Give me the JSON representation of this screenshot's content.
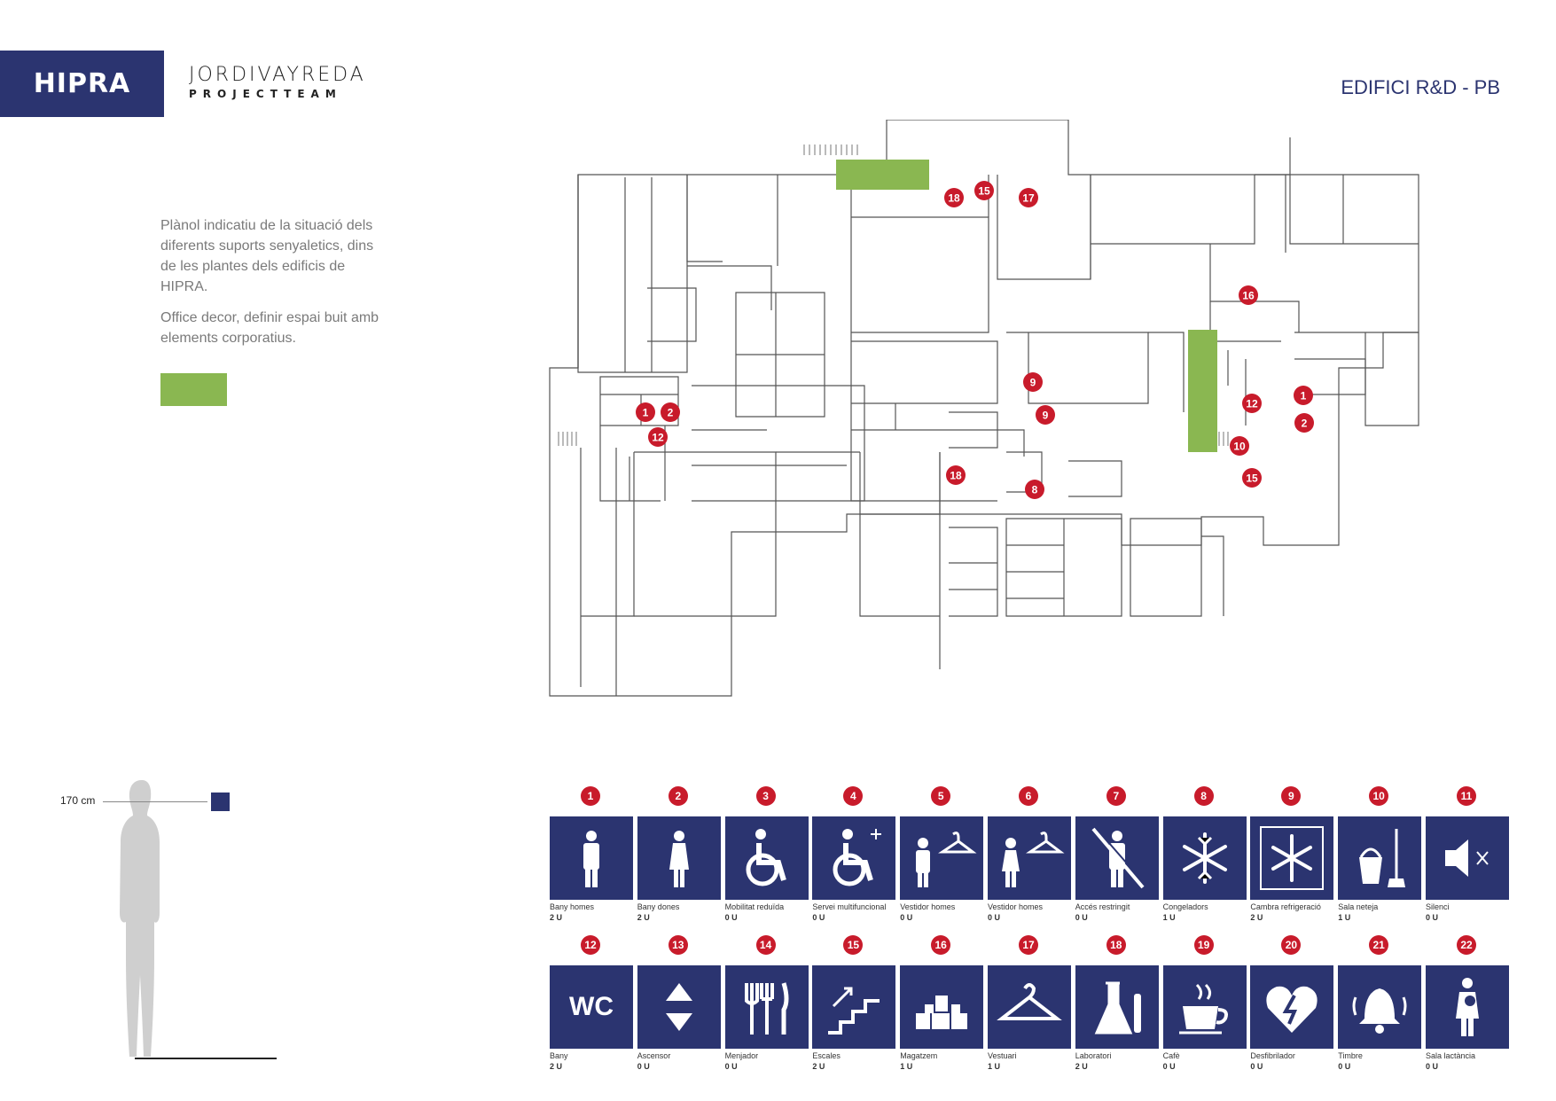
{
  "brand": {
    "logo": "HIPRA",
    "partner_line1": "JORDIVAYREDA",
    "partner_line2": "PROJECTTEAM"
  },
  "page_title": "EDIFICI R&D - PB",
  "intro": {
    "p1": "Plànol indicatiu de la situació dels diferents suports senyaletics, dins de les plantes dels edificis de HIPRA.",
    "p2": "Office decor, definir espai buit amb elements corporatius."
  },
  "colors": {
    "brand": "#2b3470",
    "marker": "#c81b2b",
    "office_decor": "#8ab751"
  },
  "scale": {
    "height_label": "170 cm"
  },
  "plan_markers": [
    {
      "n": "18"
    },
    {
      "n": "15"
    },
    {
      "n": "17"
    },
    {
      "n": "16"
    },
    {
      "n": "9"
    },
    {
      "n": "9"
    },
    {
      "n": "1"
    },
    {
      "n": "2"
    },
    {
      "n": "12"
    },
    {
      "n": "18"
    },
    {
      "n": "8"
    },
    {
      "n": "12"
    },
    {
      "n": "1"
    },
    {
      "n": "2"
    },
    {
      "n": "10"
    },
    {
      "n": "15"
    }
  ],
  "legend": [
    {
      "n": "1",
      "name": "Bany  homes",
      "qty": "2 U",
      "icon": "man-icon"
    },
    {
      "n": "2",
      "name": "Bany  dones",
      "qty": "2 U",
      "icon": "woman-icon"
    },
    {
      "n": "3",
      "name": "Mobilitat reduïda",
      "qty": "0 U",
      "icon": "wheelchair-icon"
    },
    {
      "n": "4",
      "name": "Servei multifuncional",
      "qty": "0 U",
      "icon": "wheelchair-plus-icon"
    },
    {
      "n": "5",
      "name": "Vestidor  homes",
      "qty": "0 U",
      "icon": "man-hanger-icon"
    },
    {
      "n": "6",
      "name": "Vestidor  homes",
      "qty": "0 U",
      "icon": "woman-hanger-icon"
    },
    {
      "n": "7",
      "name": "Accés restringit",
      "qty": "0 U",
      "icon": "no-access-icon"
    },
    {
      "n": "8",
      "name": "Congeladors",
      "qty": "1 U",
      "icon": "snowflake-icon"
    },
    {
      "n": "9",
      "name": "Cambra refrigeració",
      "qty": "2 U",
      "icon": "snowflake-box-icon"
    },
    {
      "n": "10",
      "name": "Sala neteja",
      "qty": "1 U",
      "icon": "bucket-mop-icon"
    },
    {
      "n": "11",
      "name": "Silenci",
      "qty": "0 U",
      "icon": "mute-icon"
    },
    {
      "n": "12",
      "name": "Bany",
      "qty": "2 U",
      "icon": "wc-icon"
    },
    {
      "n": "13",
      "name": "Ascensor",
      "qty": "0 U",
      "icon": "elevator-icon"
    },
    {
      "n": "14",
      "name": "Menjador",
      "qty": "0 U",
      "icon": "cutlery-icon"
    },
    {
      "n": "15",
      "name": "Escales",
      "qty": "2 U",
      "icon": "stairs-icon"
    },
    {
      "n": "16",
      "name": "Magatzem",
      "qty": "1 U",
      "icon": "boxes-icon"
    },
    {
      "n": "17",
      "name": "Vestuari",
      "qty": "1 U",
      "icon": "hanger-icon"
    },
    {
      "n": "18",
      "name": "Laboratori",
      "qty": "2 U",
      "icon": "flask-icon"
    },
    {
      "n": "19",
      "name": "Cafè",
      "qty": "0 U",
      "icon": "coffee-icon"
    },
    {
      "n": "20",
      "name": "Desfibrilador",
      "qty": "0 U",
      "icon": "defibrillator-icon"
    },
    {
      "n": "21",
      "name": "Timbre",
      "qty": "0 U",
      "icon": "bell-icon"
    },
    {
      "n": "22",
      "name": "Sala lactància",
      "qty": "0 U",
      "icon": "nursing-icon"
    }
  ]
}
